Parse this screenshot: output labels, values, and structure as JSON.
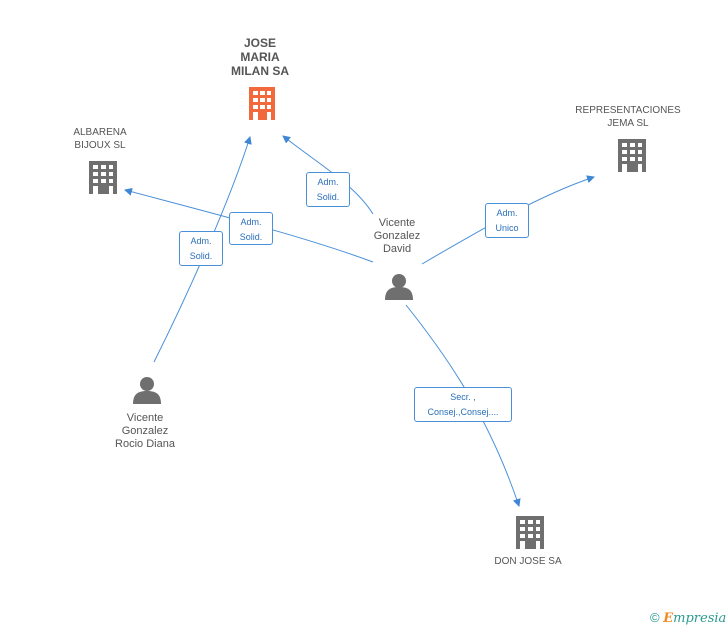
{
  "nodes": {
    "jose_maria": {
      "label": [
        "JOSE",
        "MARIA",
        "MILAN SA"
      ]
    },
    "albarena": {
      "label": [
        "ALBARENA",
        "BIJOUX SL"
      ]
    },
    "representaciones": {
      "label": [
        "REPRESENTACIONES",
        "JEMA SL"
      ]
    },
    "vicente_david": {
      "label": [
        "Vicente",
        "Gonzalez",
        "David"
      ]
    },
    "vicente_rocio": {
      "label": [
        "Vicente",
        "Gonzalez",
        "Rocio Diana"
      ]
    },
    "don_jose": {
      "label": [
        "DON JOSE SA"
      ]
    }
  },
  "edges": {
    "e1": [
      "Adm.",
      "Solid."
    ],
    "e2": [
      "Adm.",
      "Solid."
    ],
    "e3": [
      "Adm.",
      "Solid."
    ],
    "e4": [
      "Adm.",
      "Unico"
    ],
    "e5": [
      "Secr. ,",
      "Consej.,Consej...."
    ]
  },
  "footer": {
    "copyright": "©",
    "brand_first": "E",
    "brand_rest": "mpresia"
  },
  "colors": {
    "edge": "#4a90d9",
    "main_company": "#f26a3b",
    "company": "#6f6f6f",
    "person": "#6f6f6f"
  }
}
